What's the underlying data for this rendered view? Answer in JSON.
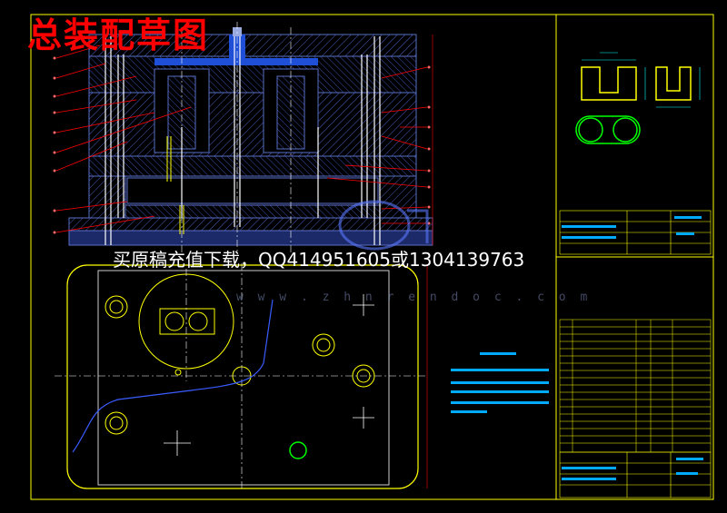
{
  "drawing": {
    "title": "总装配草图",
    "banner": "买原稿充值下载，QQ414951605或1304139763",
    "watermark": "w w w . z h n r e n d o c . c o m"
  },
  "colors": {
    "background": "#000000",
    "frame": "#ffff00",
    "section": "#5a6ec8",
    "hatch": "#2c3d8c",
    "centerline": "#ffffff",
    "leader": "#ff0000",
    "outline": "#ffffff",
    "title_red": "#ff0000",
    "dim": "#00ffff",
    "part": "#00ff00",
    "accent": "#1e4fd6"
  }
}
